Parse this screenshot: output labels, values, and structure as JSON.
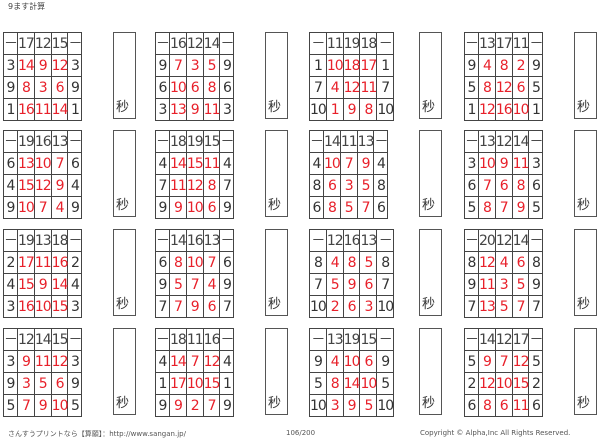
{
  "title": "9ます計算",
  "seconds_label": "秒",
  "colors": {
    "answer": "#e8202a",
    "text": "#333333"
  },
  "puzzles": [
    {
      "top": [
        "17",
        "12",
        "15"
      ],
      "rows": [
        [
          "3",
          "14",
          "9",
          "12",
          "3"
        ],
        [
          "9",
          "8",
          "3",
          "6",
          "9"
        ],
        [
          "1",
          "16",
          "11",
          "14",
          "1"
        ]
      ]
    },
    {
      "top": [
        "16",
        "12",
        "14"
      ],
      "rows": [
        [
          "9",
          "7",
          "3",
          "5",
          "9"
        ],
        [
          "6",
          "10",
          "6",
          "8",
          "6"
        ],
        [
          "3",
          "13",
          "9",
          "11",
          "3"
        ]
      ]
    },
    {
      "top": [
        "11",
        "19",
        "18"
      ],
      "rows": [
        [
          "1",
          "10",
          "18",
          "17",
          "1"
        ],
        [
          "7",
          "4",
          "12",
          "11",
          "7"
        ],
        [
          "10",
          "1",
          "9",
          "8",
          "10"
        ]
      ]
    },
    {
      "top": [
        "13",
        "17",
        "11"
      ],
      "rows": [
        [
          "9",
          "4",
          "8",
          "2",
          "9"
        ],
        [
          "5",
          "8",
          "12",
          "6",
          "5"
        ],
        [
          "1",
          "12",
          "16",
          "10",
          "1"
        ]
      ]
    },
    {
      "top": [
        "19",
        "16",
        "13"
      ],
      "rows": [
        [
          "6",
          "13",
          "10",
          "7",
          "6"
        ],
        [
          "4",
          "15",
          "12",
          "9",
          "4"
        ],
        [
          "9",
          "10",
          "7",
          "4",
          "9"
        ]
      ]
    },
    {
      "top": [
        "18",
        "19",
        "15"
      ],
      "rows": [
        [
          "4",
          "14",
          "15",
          "11",
          "4"
        ],
        [
          "7",
          "11",
          "12",
          "8",
          "7"
        ],
        [
          "9",
          "9",
          "10",
          "6",
          "9"
        ]
      ]
    },
    {
      "top": [
        "14",
        "11",
        "13"
      ],
      "rows": [
        [
          "4",
          "10",
          "7",
          "9",
          "4"
        ],
        [
          "8",
          "6",
          "3",
          "5",
          "8"
        ],
        [
          "6",
          "8",
          "5",
          "7",
          "6"
        ]
      ]
    },
    {
      "top": [
        "13",
        "12",
        "14"
      ],
      "rows": [
        [
          "3",
          "10",
          "9",
          "11",
          "3"
        ],
        [
          "6",
          "7",
          "6",
          "8",
          "6"
        ],
        [
          "5",
          "8",
          "7",
          "9",
          "5"
        ]
      ]
    },
    {
      "top": [
        "19",
        "13",
        "18"
      ],
      "rows": [
        [
          "2",
          "17",
          "11",
          "16",
          "2"
        ],
        [
          "4",
          "15",
          "9",
          "14",
          "4"
        ],
        [
          "3",
          "16",
          "10",
          "15",
          "3"
        ]
      ]
    },
    {
      "top": [
        "14",
        "16",
        "13"
      ],
      "rows": [
        [
          "6",
          "8",
          "10",
          "7",
          "6"
        ],
        [
          "9",
          "5",
          "7",
          "4",
          "9"
        ],
        [
          "7",
          "7",
          "9",
          "6",
          "7"
        ]
      ]
    },
    {
      "top": [
        "12",
        "16",
        "13"
      ],
      "rows": [
        [
          "8",
          "4",
          "8",
          "5",
          "8"
        ],
        [
          "7",
          "5",
          "9",
          "6",
          "7"
        ],
        [
          "10",
          "2",
          "6",
          "3",
          "10"
        ]
      ]
    },
    {
      "top": [
        "20",
        "12",
        "14"
      ],
      "rows": [
        [
          "8",
          "12",
          "4",
          "6",
          "8"
        ],
        [
          "9",
          "11",
          "3",
          "5",
          "9"
        ],
        [
          "7",
          "13",
          "5",
          "7",
          "7"
        ]
      ]
    },
    {
      "top": [
        "12",
        "14",
        "15"
      ],
      "rows": [
        [
          "3",
          "9",
          "11",
          "12",
          "3"
        ],
        [
          "9",
          "3",
          "5",
          "6",
          "9"
        ],
        [
          "5",
          "7",
          "9",
          "10",
          "5"
        ]
      ]
    },
    {
      "top": [
        "18",
        "11",
        "16"
      ],
      "rows": [
        [
          "4",
          "14",
          "7",
          "12",
          "4"
        ],
        [
          "1",
          "17",
          "10",
          "15",
          "1"
        ],
        [
          "9",
          "9",
          "2",
          "7",
          "9"
        ]
      ]
    },
    {
      "top": [
        "13",
        "19",
        "15"
      ],
      "rows": [
        [
          "9",
          "4",
          "10",
          "6",
          "9"
        ],
        [
          "5",
          "8",
          "14",
          "10",
          "5"
        ],
        [
          "10",
          "3",
          "9",
          "5",
          "10"
        ]
      ]
    },
    {
      "top": [
        "14",
        "12",
        "17"
      ],
      "rows": [
        [
          "5",
          "9",
          "7",
          "12",
          "5"
        ],
        [
          "2",
          "12",
          "10",
          "15",
          "2"
        ],
        [
          "6",
          "8",
          "6",
          "11",
          "6"
        ]
      ]
    }
  ],
  "operator": "－",
  "footer": {
    "left": "さんすうプリントなら【算願】：http://www.sangan.jp/",
    "page": "106/200",
    "copyright": "Copyright © Alpha,Inc All Rights Reserved."
  }
}
